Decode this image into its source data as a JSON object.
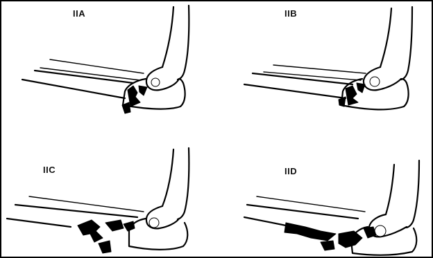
{
  "panels": [
    {
      "id": "IIA",
      "label": "IIA"
    },
    {
      "id": "IIB",
      "label": "IIB"
    },
    {
      "id": "IIC",
      "label": "IIC"
    },
    {
      "id": "IID",
      "label": "IID"
    }
  ],
  "colors": {
    "line": "#000000",
    "background": "#ffffff"
  }
}
